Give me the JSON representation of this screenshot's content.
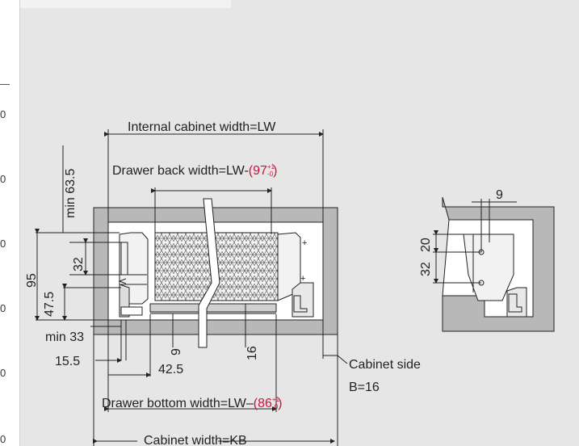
{
  "left_numbers": [
    "0",
    "0",
    "0",
    "0",
    "0",
    "0"
  ],
  "labels": {
    "internal_width": "Internal cabinet width=LW",
    "drawer_back_prefix": "Drawer back width=LW-",
    "drawer_back_value": "(97",
    "drawer_back_tol_plus": "+1",
    "drawer_back_tol_minus": "-0",
    "drawer_back_close": ")",
    "min_63_5": "min 63.5",
    "dim_95": "95",
    "dim_47_5": "47.5",
    "dim_32": "32",
    "min_33": "min 33",
    "dim_15_5": "15.5",
    "dim_9": "9",
    "dim_16": "16",
    "dim_42_5": "42.5",
    "cabinet_side_line1": "Cabinet side",
    "cabinet_side_line2": "B=16",
    "drawer_bottom_prefix": "Drawer bottom width=LW",
    "drawer_bottom_dash": "–",
    "drawer_bottom_value": "(86",
    "drawer_bottom_tol_plus": "+1",
    "drawer_bottom_tol_minus": "-0",
    "drawer_bottom_close": ")",
    "cabinet_width": "Cabinet width=KB",
    "side_dim_9": "9",
    "side_dim_20": "20",
    "side_dim_32": "32"
  },
  "colors": {
    "accent_red": "#d0103a",
    "panel_grey": "#b8b8b8",
    "line": "#222222"
  }
}
